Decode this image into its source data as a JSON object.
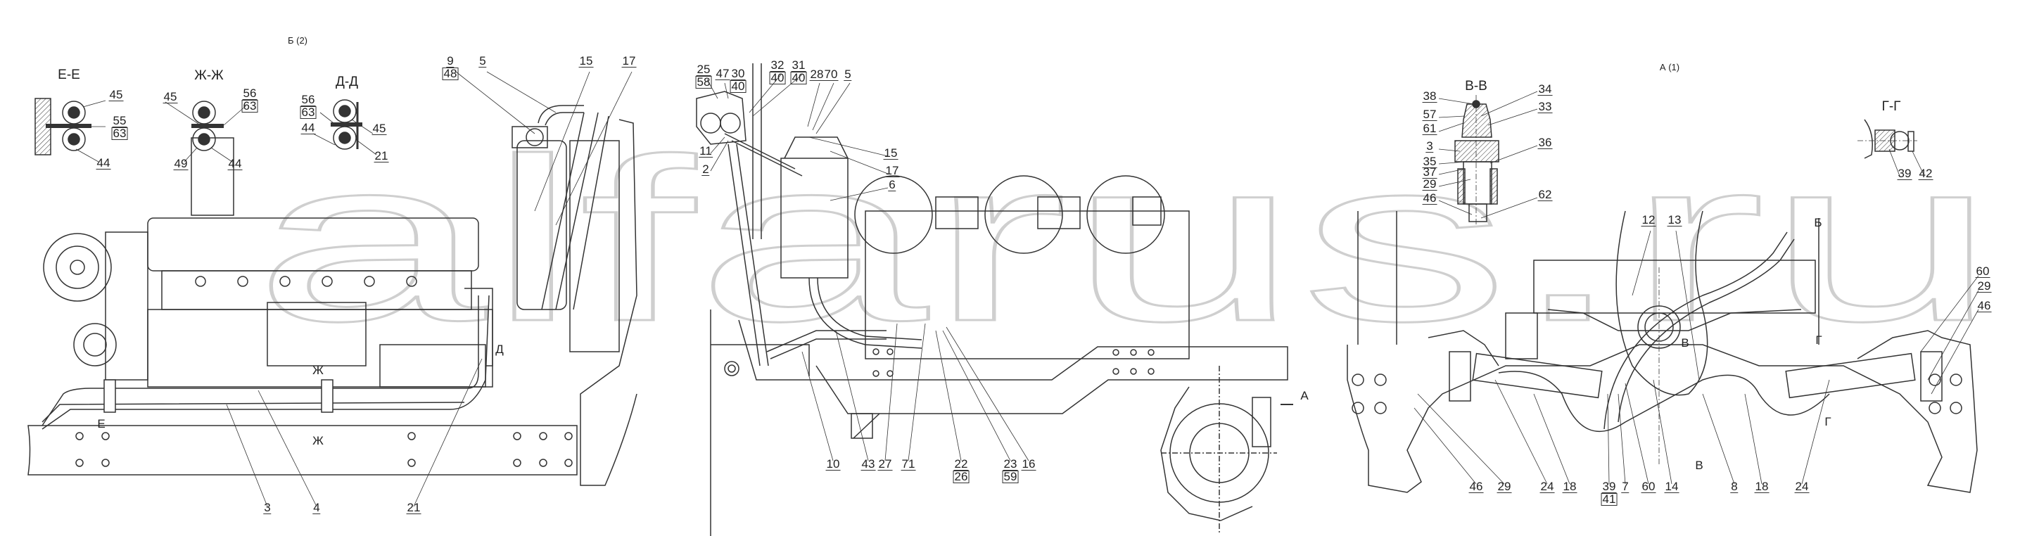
{
  "watermark": "alfarus.ru",
  "views": {
    "b2": "Б (2)",
    "a1": "А (1)",
    "ee": "Е-Е",
    "zhzh": "Ж-Ж",
    "dd": "Д-Д",
    "vv": "В-В",
    "gg": "Г-Г"
  },
  "section_marks": {
    "zh_top": "Ж",
    "zh_bottom": "Ж",
    "e": "Е",
    "d": "Д",
    "a": "А",
    "b": "Б",
    "v_top": "В",
    "v_bottom": "В",
    "g_top": "Г",
    "g_bottom": "Г"
  },
  "left": {
    "ee": {
      "c45": "45",
      "c55": "55",
      "c63": "63",
      "c44": "44"
    },
    "zhzh": {
      "c45": "45",
      "c56": "56",
      "c63": "63",
      "c49": "49",
      "c44": "44"
    },
    "dd": {
      "c56": "56",
      "c63": "63",
      "c44": "44",
      "c45": "45",
      "c21": "21"
    },
    "top": {
      "c9": "9",
      "c48": "48",
      "c5": "5",
      "c15": "15",
      "c17": "17"
    },
    "bottom": {
      "c3": "3",
      "c4": "4",
      "c21": "21"
    }
  },
  "middle": {
    "top": {
      "c25": "25",
      "c58": "58",
      "c47": "47",
      "c30": "30",
      "c40a": "40",
      "c32": "32",
      "c40b": "40",
      "c31": "31",
      "c40c": "40",
      "c28": "28",
      "c70": "70",
      "c5": "5"
    },
    "side": {
      "c11": "11",
      "c2": "2",
      "c15": "15",
      "c17": "17",
      "c6": "6"
    },
    "bottom": {
      "c10": "10",
      "c43": "43",
      "c27": "27",
      "c71": "71",
      "c22": "22",
      "c26": "26",
      "c23": "23",
      "c59": "59",
      "c16": "16"
    }
  },
  "right": {
    "vv": {
      "c38": "38",
      "c57": "57",
      "c61": "61",
      "c3": "3",
      "c35": "35",
      "c37": "37",
      "c29": "29",
      "c46": "46",
      "c34": "34",
      "c33": "33",
      "c36": "36",
      "c62": "62"
    },
    "gg": {
      "c39": "39",
      "c42": "42"
    },
    "top": {
      "c12": "12",
      "c13": "13"
    },
    "side": {
      "c60": "60",
      "c29": "29",
      "c46": "46"
    },
    "bottom": {
      "c46": "46",
      "c29": "29",
      "c24a": "24",
      "c18a": "18",
      "c39": "39",
      "c41": "41",
      "c7": "7",
      "c60": "60",
      "c14": "14",
      "c8": "8",
      "c18b": "18",
      "c24b": "24"
    }
  }
}
